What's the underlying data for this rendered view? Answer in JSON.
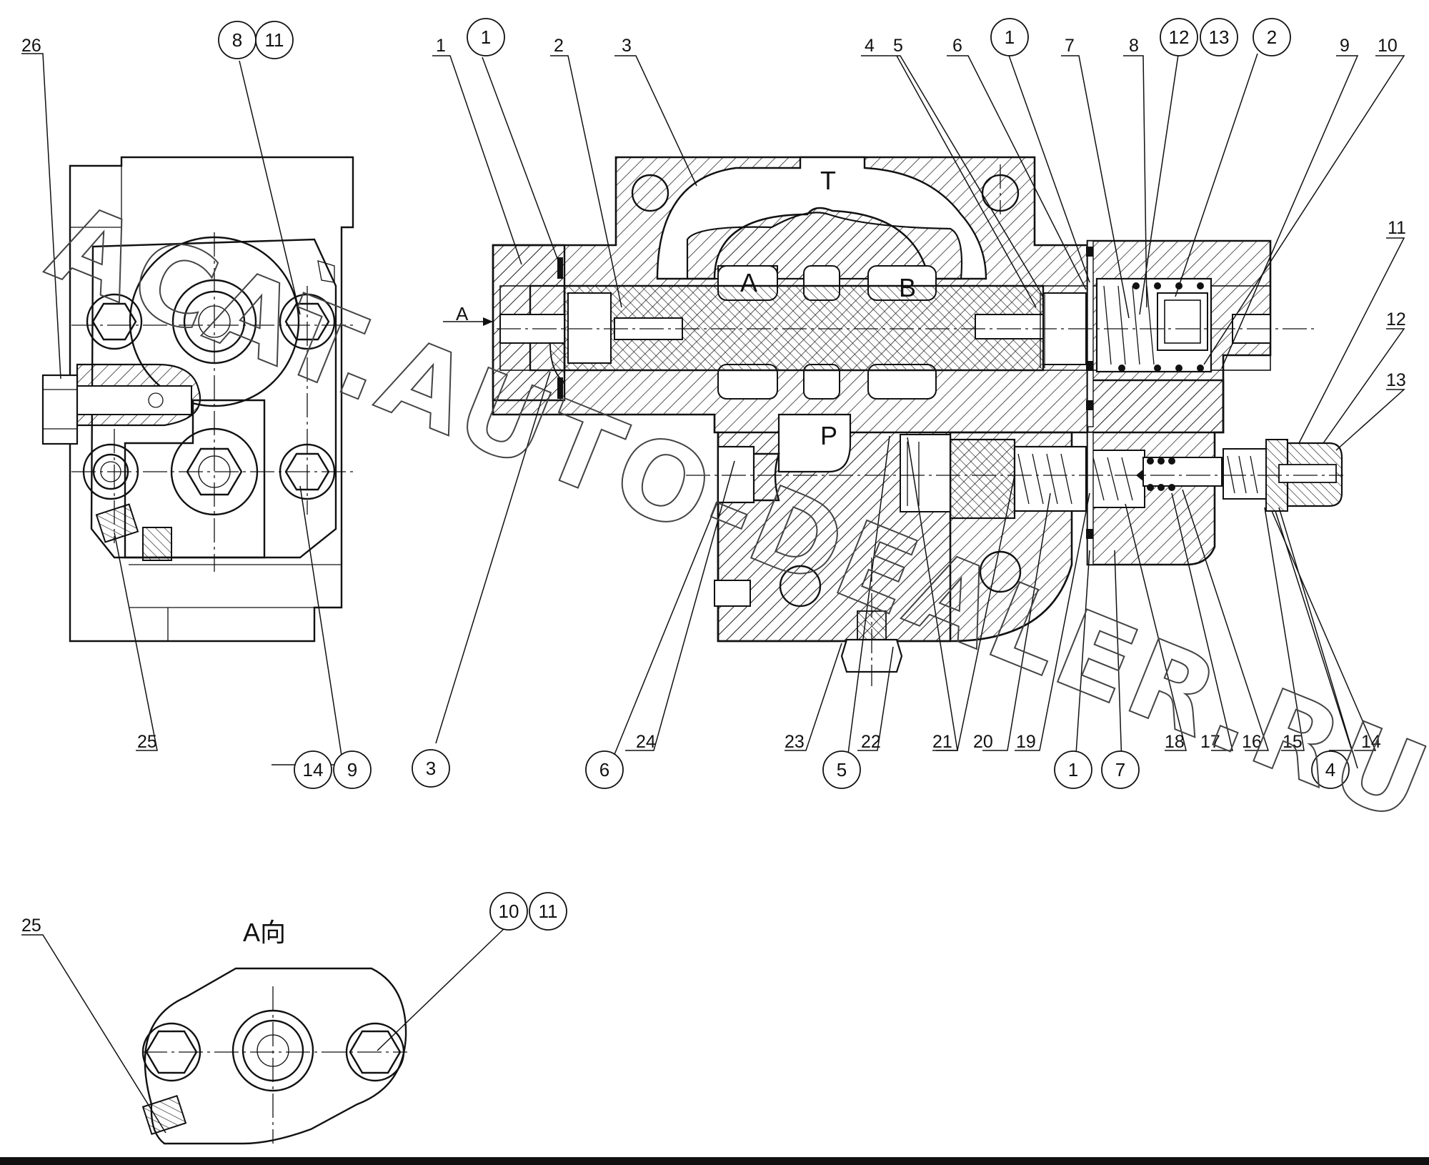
{
  "watermark": "ACAT.AUTO-DEALER.RU",
  "view_label": "A向",
  "section_letters": {
    "tank": "T",
    "port_a": "A",
    "port_b": "B",
    "pressure": "P",
    "direction": "A"
  },
  "leader_labels": {
    "left_top_26": "26",
    "left_bottom_25": "25",
    "main_top_1": "1",
    "main_top_2": "2",
    "main_top_3": "3",
    "main_top_4": "4",
    "main_top_5": "5",
    "main_top_6": "6",
    "main_top_7": "7",
    "main_top_8": "8",
    "main_top_9": "9",
    "main_top_10": "10",
    "right_11": "11",
    "right_12": "12",
    "right_13": "13",
    "bottom_24": "24",
    "bottom_23": "23",
    "bottom_22": "22",
    "bottom_21": "21",
    "bottom_20": "20",
    "bottom_19": "19",
    "bottom_18": "18",
    "bottom_17": "17",
    "bottom_16": "16",
    "bottom_15": "15",
    "bottom_14": "14",
    "view_25": "25"
  },
  "bubbles": {
    "left_8": "8",
    "left_11": "11",
    "left_14": "14",
    "left_9": "9",
    "top_1a": "1",
    "top_1b": "1",
    "top_12": "12",
    "top_13": "13",
    "top_2": "2",
    "bot_3": "3",
    "bot_6": "6",
    "bot_5": "5",
    "bot_1": "1",
    "bot_7": "7",
    "bot_4": "4",
    "view_10": "10",
    "view_11": "11"
  }
}
